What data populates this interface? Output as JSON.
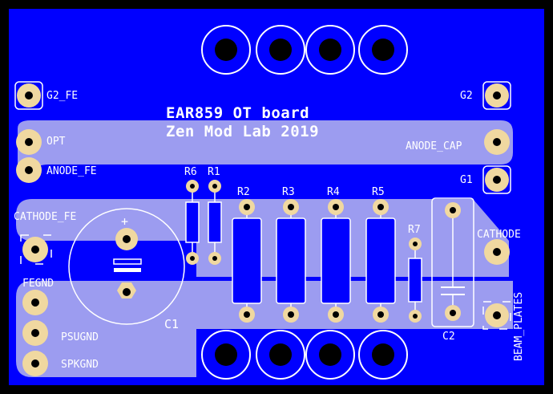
{
  "board": {
    "title_line1": "EAR859 OT board",
    "title_line2": "Zen Mod Lab 2019",
    "colors": {
      "background": "#000000",
      "copper_fill": "#0000ff",
      "trace": "#9c9cf0",
      "pad": "#f0d8a0",
      "silkscreen": "#ffffff"
    }
  },
  "pad_labels": {
    "g2_fe": "G2_FE",
    "opt": "OPT",
    "anode_fe": "ANODE_FE",
    "cathode_fe": "CATHODE_FE",
    "fegnd": "FEGND",
    "psugnd": "PSUGND",
    "spkgnd": "SPKGND",
    "g2": "G2",
    "anode_cap": "ANODE_CAP",
    "g1": "G1",
    "cathode": "CATHODE",
    "beam_plates": "BEAM_PLATES"
  },
  "components": {
    "r6": "R6",
    "r1": "R1",
    "r2": "R2",
    "r3": "R3",
    "r4": "R4",
    "r5": "R5",
    "r7": "R7",
    "c1": "C1",
    "c2": "C2",
    "c1_polarity": "+"
  }
}
